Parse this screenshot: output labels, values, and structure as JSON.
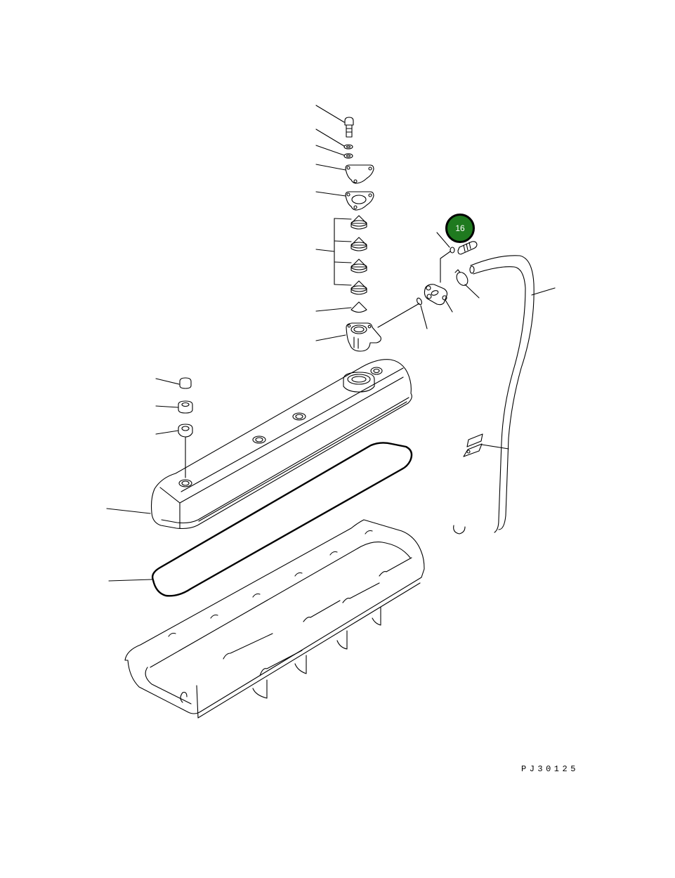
{
  "diagram": {
    "type": "exploded-parts-diagram",
    "subject": "Cylinder head cover, oil filler and breather hose assembly",
    "callouts": [
      {
        "number": "16",
        "color": "#1f7a1f",
        "target": "breather-bolt"
      }
    ],
    "figure_code": "PJ30125",
    "parts": [
      "bolt",
      "lock-washer",
      "washer",
      "filler-cap-cover",
      "filler-cap-gasket",
      "element-stack-4x",
      "element",
      "oil-filler-housing",
      "o-ring",
      "breather-flange",
      "breather-bolt",
      "washer-small",
      "hose-clamp",
      "breather-hose",
      "hose-clip",
      "cap-nut",
      "seal-washer",
      "grommet",
      "cylinder-head-cover",
      "head-cover-gasket",
      "cylinder-head"
    ]
  }
}
